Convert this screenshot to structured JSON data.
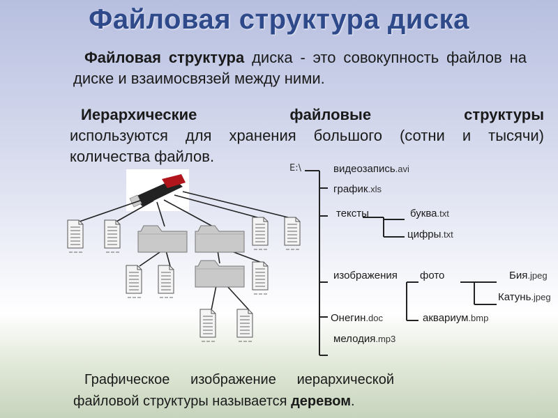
{
  "title": "Файловая структура диска",
  "para1": {
    "bold": "Файловая структура",
    "rest": " диска - это совокупность файлов на диске и взаимосвязей между ними."
  },
  "para2": {
    "line1_words": [
      "Иерархические",
      "файловые",
      "структуры"
    ],
    "rest": "используются для хранения большого (сотни и тысячи) количества файлов."
  },
  "para3": {
    "text": "Графическое изображение иерархической файловой структуры называется ",
    "bold": "деревом",
    "end": "."
  },
  "tree": {
    "root": "E:\\",
    "items": {
      "video": {
        "name": "видеозапись",
        "ext": ".avi"
      },
      "graph": {
        "name": "график",
        "ext": ".xls"
      },
      "texts": {
        "name": "тексты",
        "ext": ""
      },
      "bukva": {
        "name": "буква",
        "ext": ".txt"
      },
      "cifry": {
        "name": "цифры",
        "ext": ".txt"
      },
      "images": {
        "name": "изображения",
        "ext": ""
      },
      "foto": {
        "name": "фото",
        "ext": ""
      },
      "biya": {
        "name": "Бия",
        "ext": ".jpeg"
      },
      "katun": {
        "name": "Катунь",
        "ext": ".jpeg"
      },
      "onegin": {
        "name": "Онегин",
        "ext": ".doc"
      },
      "aquarium": {
        "name": "аквариум",
        "ext": ".bmp"
      },
      "melody": {
        "name": "мелодия",
        "ext": ".mp3"
      }
    }
  },
  "colors": {
    "title": "#2e4a8a",
    "folder": "#c9c9c9",
    "usb_red": "#b0151c"
  },
  "icons": [
    "usb-drive-icon",
    "file-icon",
    "folder-icon"
  ]
}
